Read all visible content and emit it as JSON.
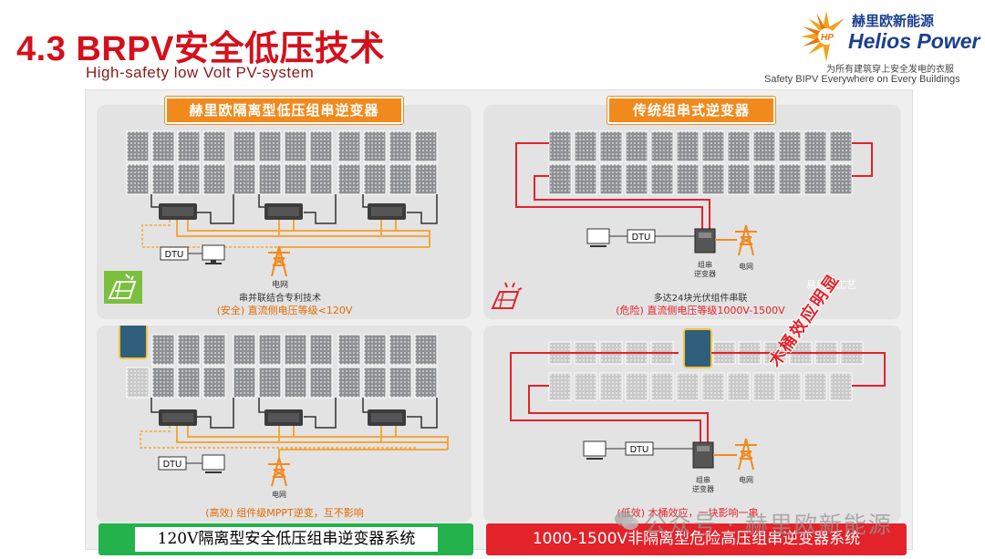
{
  "header": {
    "title": "4.3 BRPV安全低压技术",
    "subtitle": "High-safety low Volt PV-system"
  },
  "brand": {
    "name_cn": "赫里欧新能源",
    "name_en": "Helios Power",
    "logo_mark": "HP",
    "slogan_cn": "为所有建筑穿上安全发电的衣服",
    "slogan_en": "Safety BIPV Everywhere on Every Buildings"
  },
  "panels": {
    "top_left": {
      "title": "赫里欧隔离型低压组串逆变器",
      "dtu": "DTU",
      "grid_label": "电网",
      "caption1": "串并联结合专利技术",
      "caption2": "(安全) 直流侧电压等级<120V"
    },
    "top_right": {
      "title": "传统组串式逆变器",
      "dtu": "DTU",
      "inverter_label": "组串\n逆变器",
      "grid_label": "电网",
      "caption1": "多达24块光伏组件串联",
      "caption2": "(危险) 直流侧电压等级1000V-1500V",
      "watermark": "易纯化工艺"
    },
    "bottom_left": {
      "dtu": "DTU",
      "grid_label": "电网",
      "caption": "(高效) 组件级MPPT逆变，互不影响"
    },
    "bottom_right": {
      "dtu": "DTU",
      "inverter_label": "组串\n逆变器",
      "grid_label": "电网",
      "caption": "(低效) 木桶效应，一块影响一串",
      "vertical_text": "木桶效应明显"
    }
  },
  "banners": {
    "left": "120V隔离型安全低压组串逆变器系统",
    "right": "1000-1500V非隔离型危险高压组串逆变器系统"
  },
  "overlay_watermark": "公众号 · 赫里欧新能源",
  "colors": {
    "title_red": "#d4101c",
    "brand_blue": "#1b3f8f",
    "orange": "#f18a1d",
    "green": "#23b24b",
    "red": "#e3222a"
  }
}
